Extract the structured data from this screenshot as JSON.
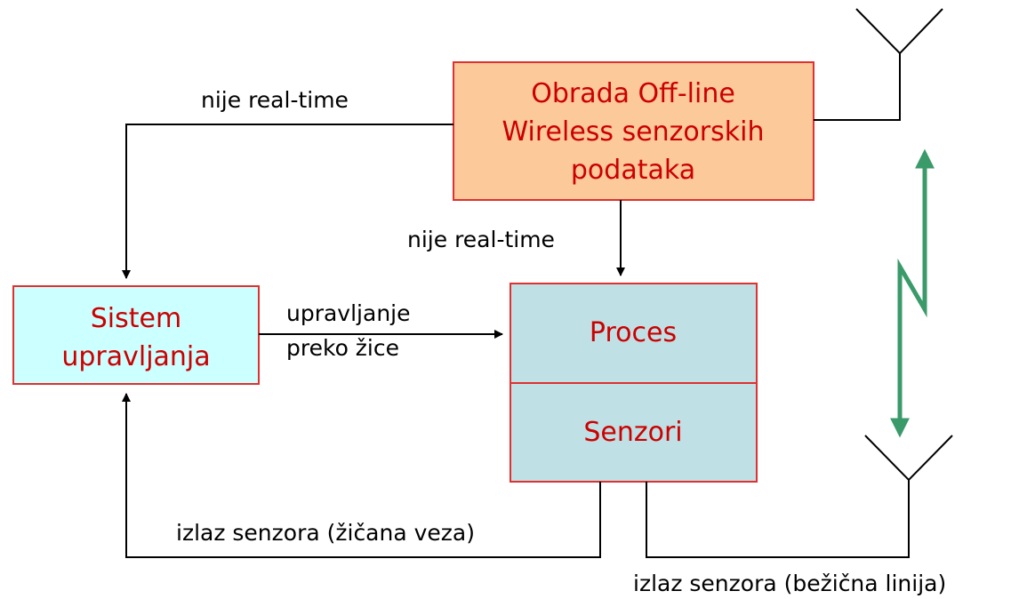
{
  "boxes": {
    "offline": {
      "lines": [
        "Obrada Off-line",
        "Wireless senzorskih",
        "podataka"
      ],
      "fill": "#fbc99a",
      "stroke": "#e03030"
    },
    "control": {
      "lines": [
        "Sistem",
        "upravljanja"
      ],
      "fill": "#ccffff",
      "stroke": "#e03030"
    },
    "process": {
      "label": "Proces",
      "fill": "#bfe0e4",
      "stroke": "#e03030"
    },
    "sensors": {
      "label": "Senzori",
      "fill": "#bfe0e4",
      "stroke": "#e03030"
    }
  },
  "labels": {
    "not_realtime_left": "nije real-time",
    "not_realtime_center": "nije real-time",
    "wired_control": [
      "upravljanje",
      "preko žice"
    ],
    "sensor_output_wired": "izlaz senzora (žičana veza)",
    "sensor_output_wireless": "izlaz senzora (bežična linija)"
  },
  "icons": {
    "antenna_top": "antenna-icon",
    "antenna_bottom": "antenna-icon",
    "wireless_link": "lightning-arrow-icon"
  },
  "colors": {
    "box_text": "#cc0000",
    "wireless_arrow": "#3a9a6a",
    "line": "#000000"
  }
}
